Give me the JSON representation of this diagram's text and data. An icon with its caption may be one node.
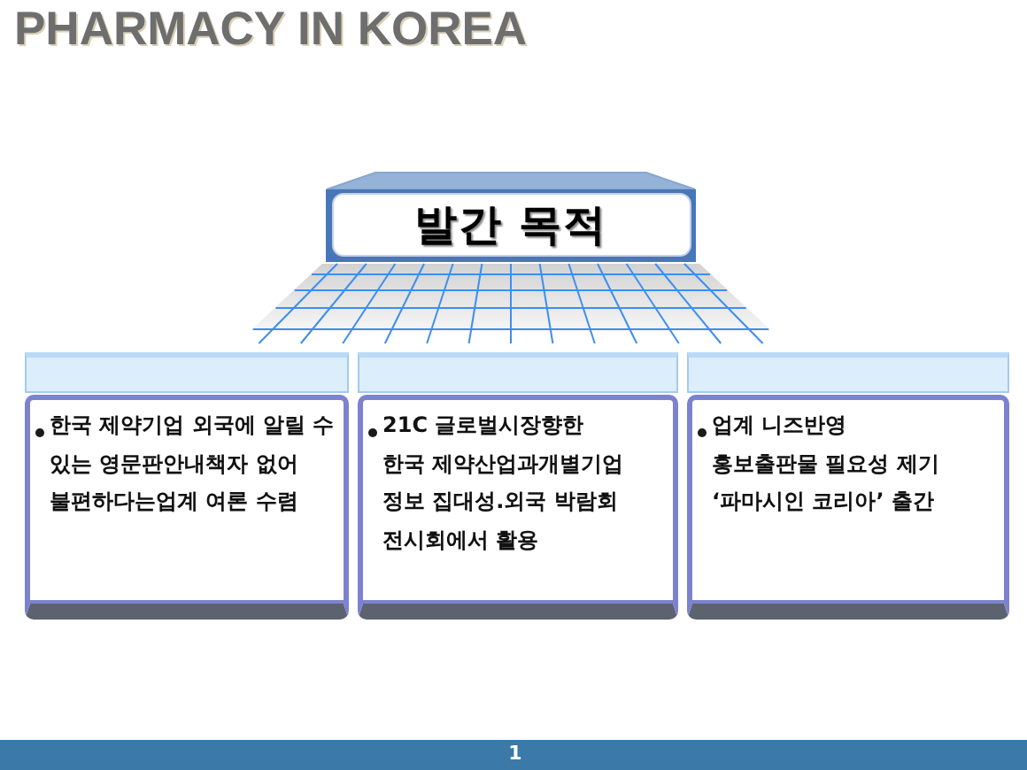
{
  "diagram": {
    "title": "PHARMACY IN KOREA",
    "nodes": [
      {
        "text": [
          "발간 목적"
        ]
      },
      {
        "text": [],
        "shape": "bar"
      },
      {
        "text": [],
        "shape": "bar"
      },
      {
        "text": [],
        "shape": "bar"
      },
      {
        "text": [
          "한국 제약기업 외국에 알릴 수 있는 영문판안내책자 없어 불편하다는업계 여론 수렴"
        ]
      },
      {
        "text": [
          "21C 글로벌시장향한 한국 제약산업과개별기업 정보 집대성.외국 박람회 전시회에서 활용"
        ]
      },
      {
        "text": [
          "업계 니즈반영 홍보출판물 필요성 제기 ‘파마시인 코리아’ 출간"
        ]
      }
    ],
    "labels": [
      "1"
    ]
  }
}
